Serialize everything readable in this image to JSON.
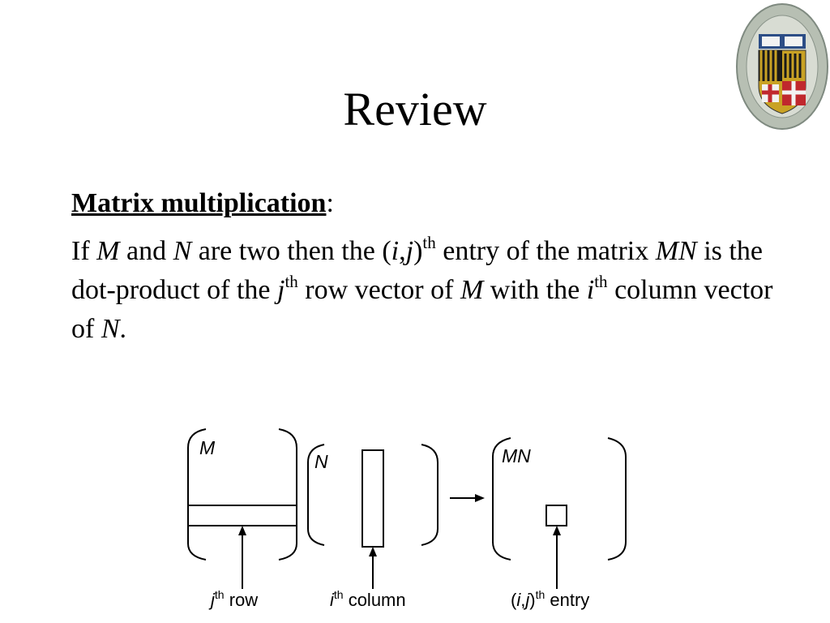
{
  "slide": {
    "title": "Review"
  },
  "section": {
    "heading": "Matrix multiplication",
    "heading_suffix": ":"
  },
  "definition": {
    "t1": "If ",
    "v_m": "M",
    "t2": " and ",
    "v_n": "N",
    "t3": " are two then the (",
    "v_i": "i",
    "comma": ",",
    "v_j": "j",
    "t4": ")",
    "sup_th": "th",
    "t5": " entry of the matrix ",
    "v_mn": "MN",
    "t6": " is the dot-product of the ",
    "v_j2": "j",
    "t7": " row vector of ",
    "v_m2": "M",
    "t8": " with the ",
    "v_i2": "i",
    "t9": " column vector of ",
    "v_n2": "N",
    "t10": "."
  },
  "diagram": {
    "matrix_m_label": "M",
    "matrix_n_label": "N",
    "matrix_mn_label": "MN",
    "caption_row": {
      "var": "j",
      "sup": "th",
      "text": " row"
    },
    "caption_column": {
      "var": "i",
      "sup": "th",
      "text": " column"
    },
    "caption_entry": {
      "open": "(",
      "var_i": "i",
      "comma": ",",
      "var_j": "j",
      "close": ")",
      "sup": "th",
      "text": " entry"
    }
  },
  "seal": {
    "icon": "university-seal-icon",
    "colors": {
      "gold": "#c9a224",
      "black": "#1a1a1a",
      "red": "#c0282d",
      "blue": "#2c4d86",
      "rim": "#9aa59a"
    }
  }
}
